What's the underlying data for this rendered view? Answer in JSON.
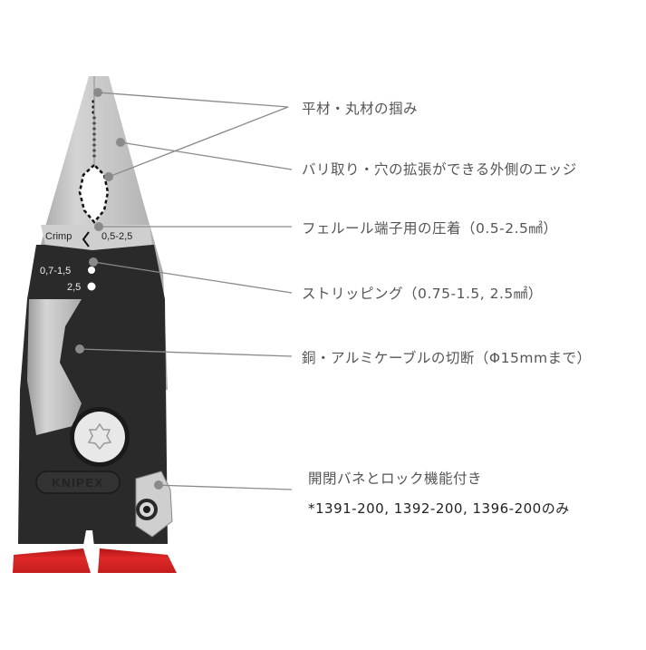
{
  "diagram": {
    "subject": "KNIPEX electrician's pliers feature diagram",
    "tool_markings": {
      "crimp_label": "Crimp",
      "crimp_range": "0,5-2,5",
      "strip_range_1": "0,7-1,5",
      "strip_range_2": "2,5",
      "brand": "KNIPEX"
    },
    "callouts": [
      {
        "id": "grip",
        "text": "平材・丸材の掴み"
      },
      {
        "id": "deburr",
        "text": "バリ取り・穴の拡張ができる外側のエッジ"
      },
      {
        "id": "crimp",
        "text": "フェルール端子用の圧着（0.5-2.5㎟）"
      },
      {
        "id": "strip",
        "text": "ストリッピング（0.75-1.5, 2.5㎟）"
      },
      {
        "id": "cut",
        "text": "銅・アルミケーブルの切断（Φ15mmまで）"
      },
      {
        "id": "spring",
        "text": "開閉バネとロック機能付き",
        "note": "*1391-200, 1392-200, 1396-200のみ"
      }
    ],
    "colors": {
      "steel": "#b8b8b8",
      "handle_black": "#2a2a2a",
      "handle_red": "#d62020",
      "leader_line": "#8a8a8a",
      "label_text": "#555555"
    }
  }
}
